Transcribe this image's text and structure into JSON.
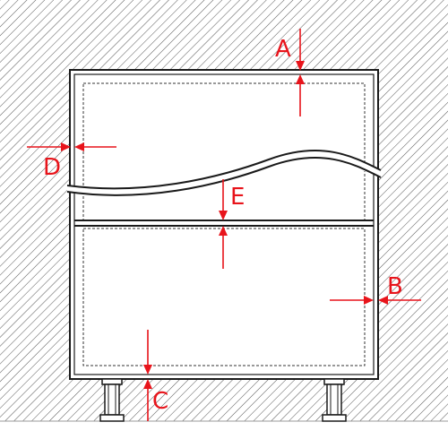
{
  "diagram": {
    "labels": {
      "a": "A",
      "b": "B",
      "c": "C",
      "d": "D",
      "e": "E"
    },
    "colors": {
      "accent": "#e8141b",
      "line": "#1a1a1a",
      "hatch": "#555555",
      "fill": "#ffffff"
    }
  }
}
